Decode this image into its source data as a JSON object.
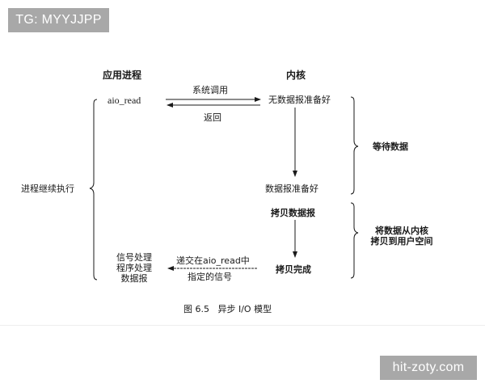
{
  "watermarks": {
    "top_left": "TG: MYYJJPP",
    "bottom_right": "hit-zoty.com"
  },
  "diagram": {
    "columns": {
      "app_process": "应用进程",
      "kernel": "内核"
    },
    "app": {
      "aio_read": "aio_read",
      "signal_handler_lines": [
        "信号处理",
        "程序处理",
        "数据报"
      ]
    },
    "kernel": {
      "no_data_ready": "无数据报准备好",
      "data_ready": "数据报准备好",
      "copy_datagram": "拷贝数据报",
      "copy_complete": "拷贝完成"
    },
    "arrows": {
      "syscall": "系统调用",
      "return": "返回",
      "signal_line1": "递交在aio_read中",
      "signal_line2": "指定的信号"
    },
    "braces": {
      "process_continues": "进程继续执行",
      "wait_for_data": "等待数据",
      "copy_to_user_line1": "将数据从内核",
      "copy_to_user_line2": "拷贝到用户空间"
    },
    "caption": "图 6.5   异步 I/O 模型"
  },
  "colors": {
    "watermark_bg": "#a8a8a8",
    "watermark_text": "#ffffff",
    "ink": "#1a1a1a"
  }
}
